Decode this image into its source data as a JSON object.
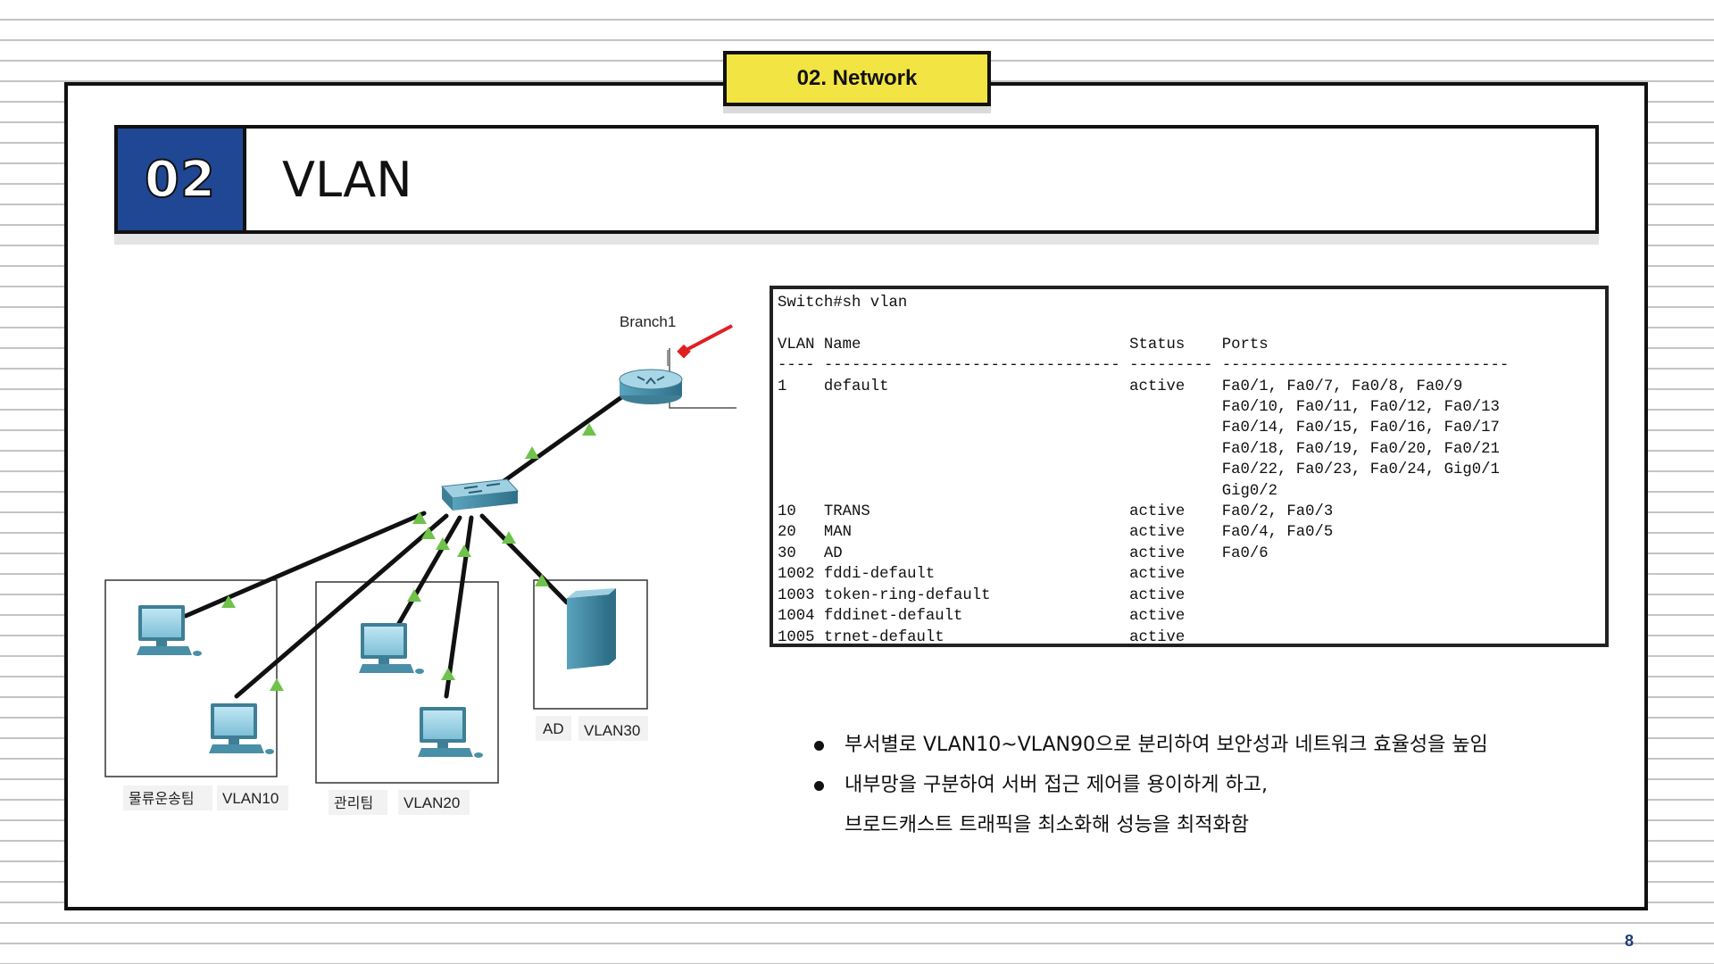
{
  "section_tab": "02. Network",
  "title": {
    "number": "02",
    "text": "VLAN"
  },
  "topology": {
    "router_label": "Branch1",
    "groups": [
      {
        "team": "물류운송팀",
        "vlan": "VLAN10"
      },
      {
        "team": "관리팀",
        "vlan": "VLAN20"
      },
      {
        "team": "AD",
        "vlan": "VLAN30"
      }
    ]
  },
  "cli": {
    "command": "Switch#sh vlan",
    "headers": {
      "vlan": "VLAN",
      "name": "Name",
      "status": "Status",
      "ports": "Ports"
    },
    "rows": [
      {
        "id": "1",
        "name": "default",
        "status": "active",
        "ports": [
          "Fa0/1, Fa0/7, Fa0/8, Fa0/9",
          "Fa0/10, Fa0/11, Fa0/12, Fa0/13",
          "Fa0/14, Fa0/15, Fa0/16, Fa0/17",
          "Fa0/18, Fa0/19, Fa0/20, Fa0/21",
          "Fa0/22, Fa0/23, Fa0/24, Gig0/1",
          "Gig0/2"
        ]
      },
      {
        "id": "10",
        "name": "TRANS",
        "status": "active",
        "ports": [
          "Fa0/2, Fa0/3"
        ]
      },
      {
        "id": "20",
        "name": "MAN",
        "status": "active",
        "ports": [
          "Fa0/4, Fa0/5"
        ]
      },
      {
        "id": "30",
        "name": "AD",
        "status": "active",
        "ports": [
          "Fa0/6"
        ]
      },
      {
        "id": "1002",
        "name": "fddi-default",
        "status": "active",
        "ports": []
      },
      {
        "id": "1003",
        "name": "token-ring-default",
        "status": "active",
        "ports": []
      },
      {
        "id": "1004",
        "name": "fddinet-default",
        "status": "active",
        "ports": []
      },
      {
        "id": "1005",
        "name": "trnet-default",
        "status": "active",
        "ports": []
      }
    ]
  },
  "bullets": [
    {
      "lines": [
        "부서별로 VLAN10~VLAN90으로 분리하여 보안성과 네트워크 효율성을 높임"
      ]
    },
    {
      "lines": [
        "내부망을 구분하여 서버 접근 제어를 용이하게 하고,",
        "브로드캐스트 트래픽을 최소화해 성능을 최적화함"
      ]
    }
  ],
  "page_number": "8",
  "colors": {
    "tab_yellow": "#f2e443",
    "title_blue": "#1f4793",
    "link_green": "#6fc24a",
    "link_red": "#e02020",
    "device_teal": "#4a8fa8"
  }
}
